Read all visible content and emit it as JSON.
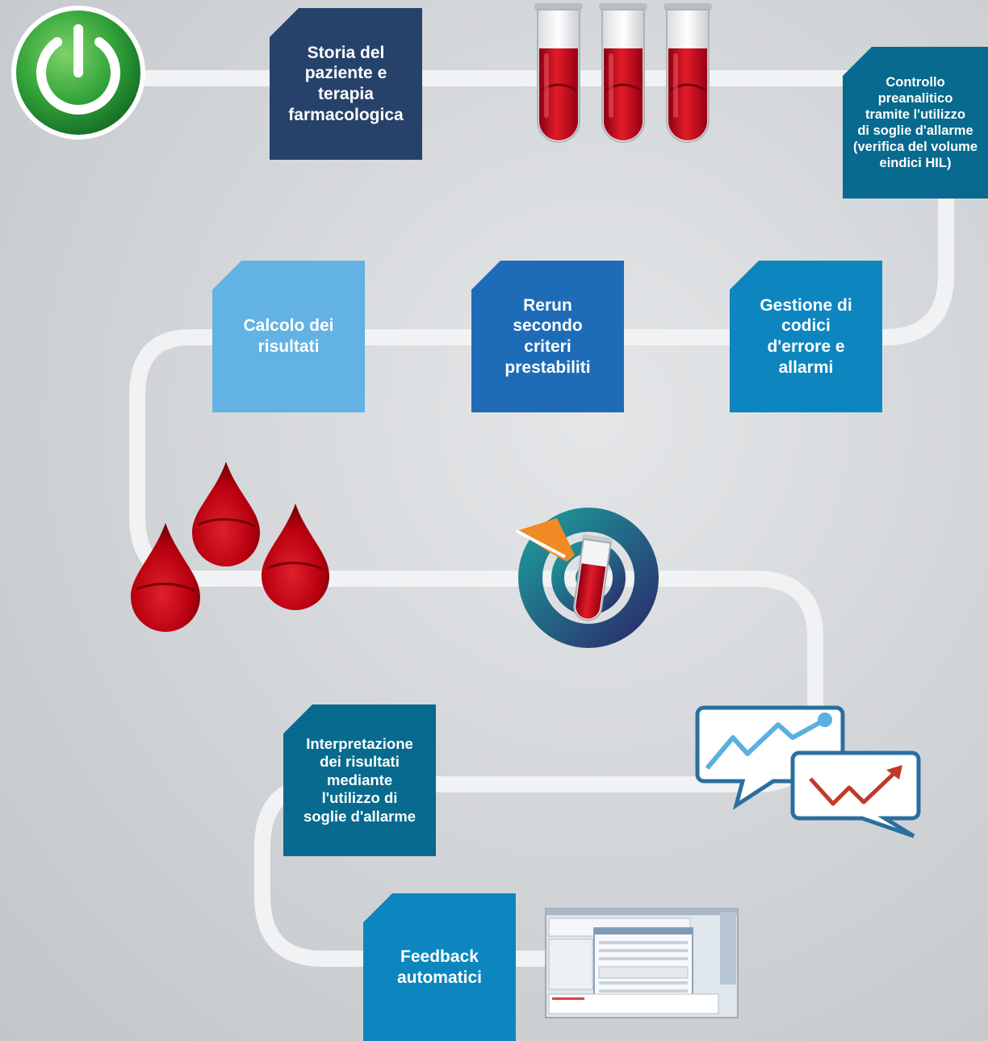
{
  "steps": {
    "storia": "Storia del\npaziente e\nterapia\nfarmacologica",
    "controllo": "Controllo\npreanalitico\ntramite l'utilizzo\ndi soglie d'allarme\n(verifica del volume\neindici HIL)",
    "gestione": "Gestione di\ncodici\nd'errore e\nallarmi",
    "rerun": "Rerun\nsecondo\ncriteri\nprestabiliti",
    "calcolo": "Calcolo dei\nrisultati",
    "interpretazione": "Interpretazione\ndei risultati\nmediante\nl'utilizzo di\nsoglie d'allarme",
    "feedback": "Feedback\nautomatici"
  },
  "colors": {
    "navy": "#26426b",
    "teal": "#076a8e",
    "blue": "#0d86bf",
    "mid_blue": "#1e6cb8",
    "light_blue": "#62b2e4",
    "blood": "#c8101f",
    "path": "#f1f2f3",
    "power_green": "#2e9e3a"
  },
  "icons": [
    "power-icon",
    "test-tubes-icon",
    "blood-drops-icon",
    "target-tube-icon",
    "chart-bubbles-icon",
    "software-screenshot-icon"
  ]
}
